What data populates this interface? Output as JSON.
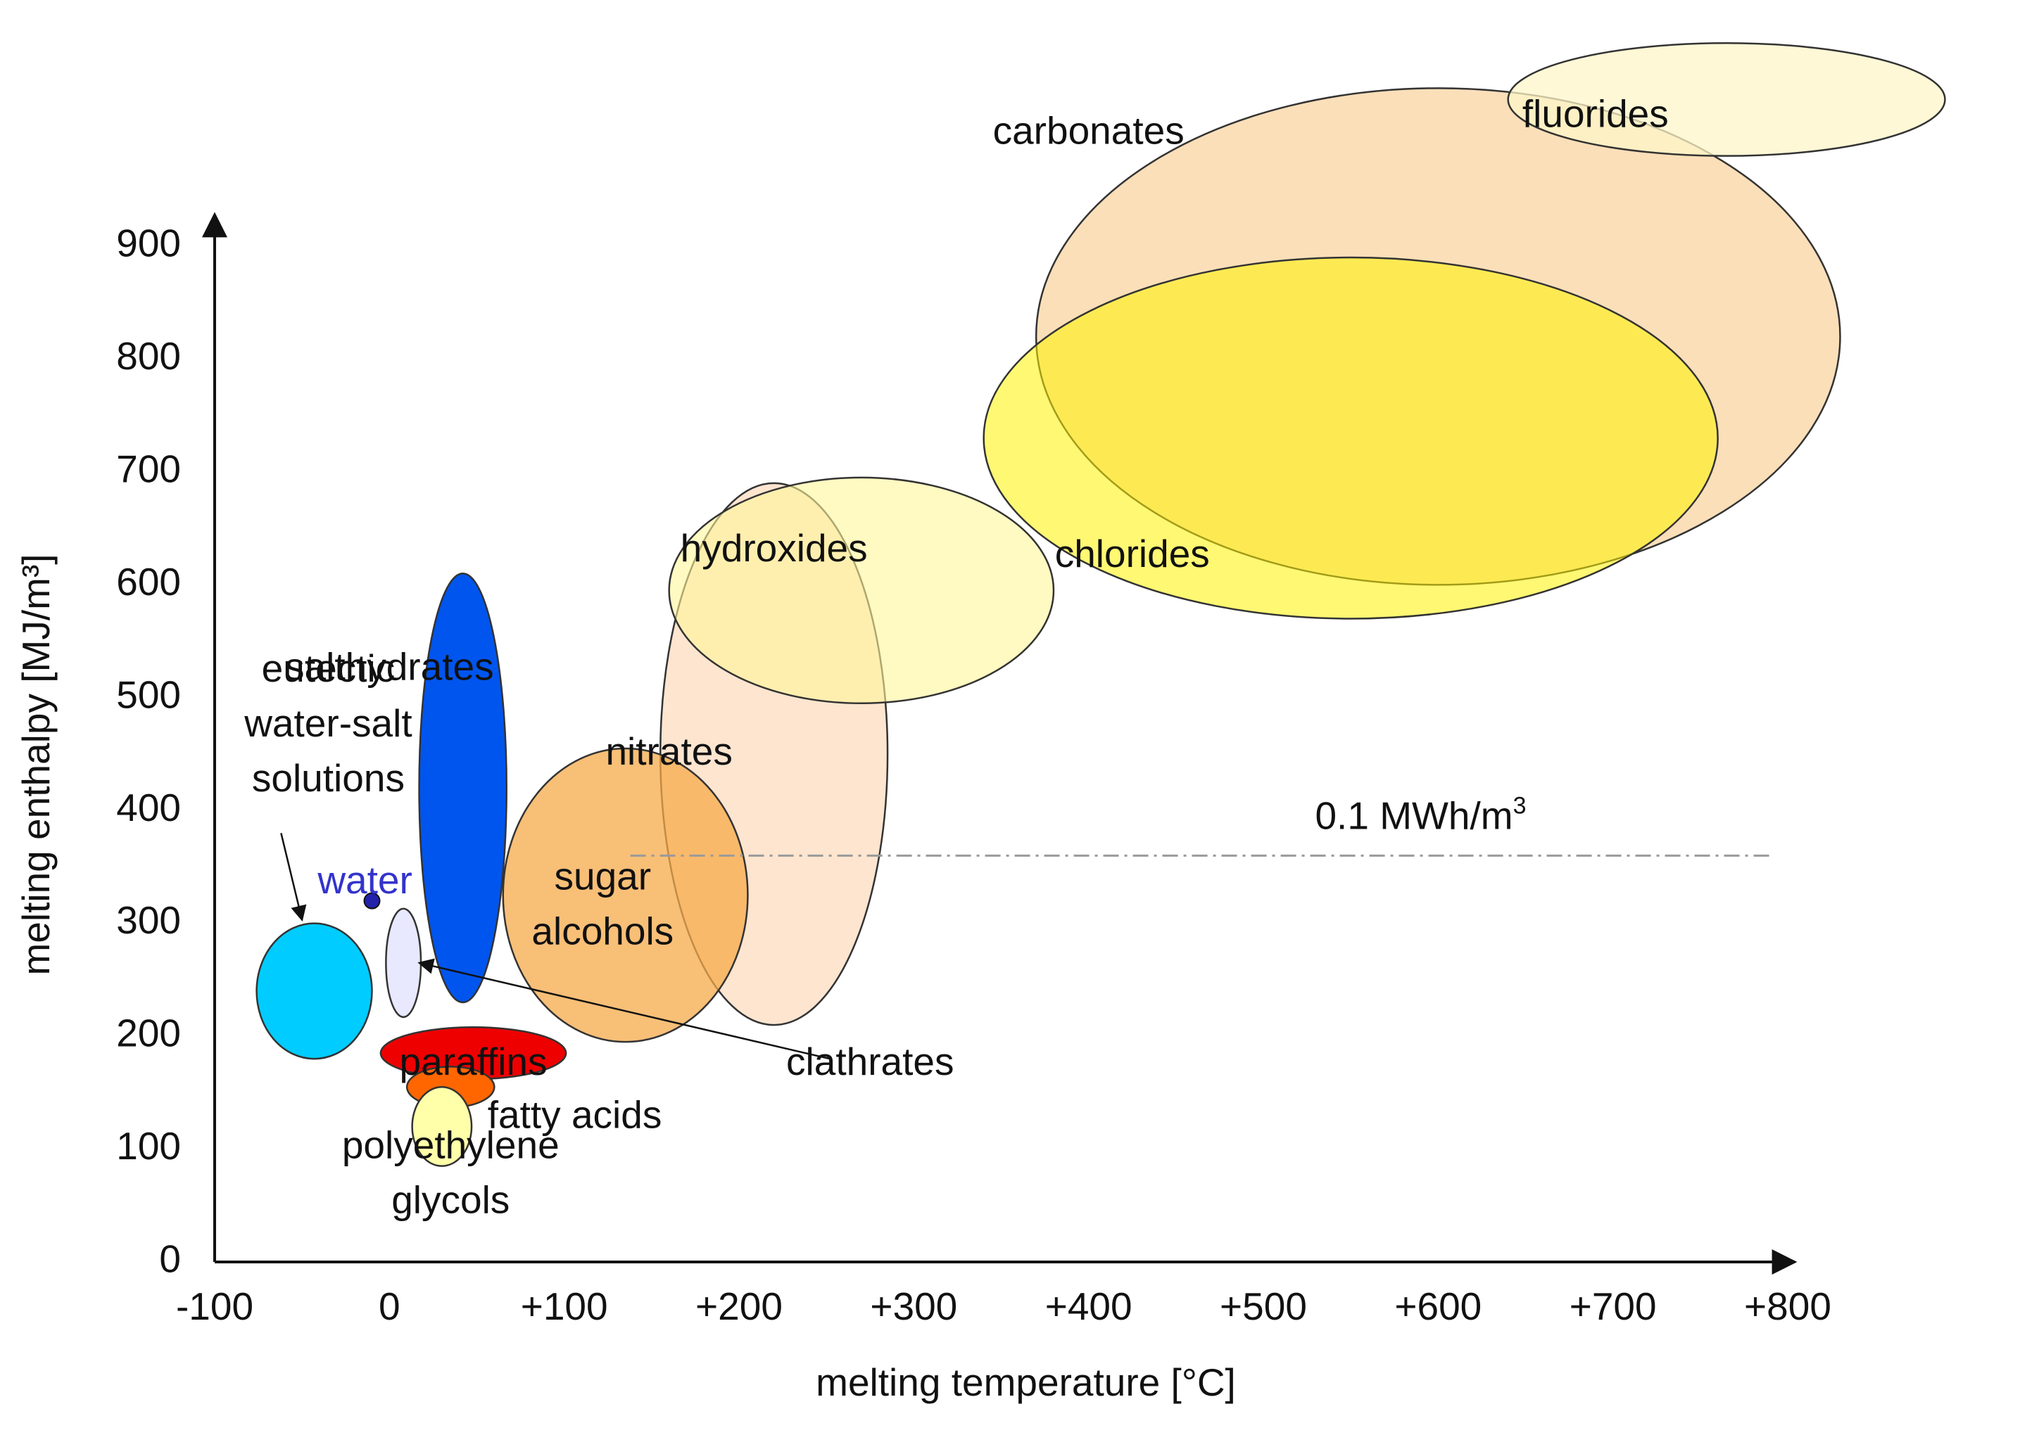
{
  "chart_data": {
    "type": "scatter",
    "title": "",
    "xlabel": "melting temperature [°C]",
    "ylabel": "melting enthalpy [MJ/m³]",
    "xlim": [
      -100,
      800
    ],
    "ylim": [
      0,
      900
    ],
    "x_tick_labels": [
      "-100",
      "0",
      "+100",
      "+200",
      "+300",
      "+400",
      "+500",
      "+600",
      "+700",
      "+800"
    ],
    "y_tick_labels": [
      "0",
      "100",
      "200",
      "300",
      "400",
      "500",
      "600",
      "700",
      "800",
      "900"
    ],
    "grid": false,
    "legend": "none",
    "reference_line": {
      "y": 360,
      "label": "0.1 MWh/m",
      "label_sup": "3",
      "style": "dash-dot",
      "color": "#9a9a9a"
    },
    "regions": [
      {
        "name": "carbonates",
        "cx": 600,
        "cy": 820,
        "rx": 230,
        "ry": 220,
        "color": "#f8c98a",
        "opacity": 0.6,
        "label": "carbonates",
        "lx": 400,
        "ly": 1000
      },
      {
        "name": "fluorides",
        "cx": 765,
        "cy": 1030,
        "rx": 125,
        "ry": 50,
        "color": "#fdf5c8",
        "opacity": 0.75,
        "label": "fluorides",
        "lx": 690,
        "ly": 1015
      },
      {
        "name": "chlorides",
        "cx": 550,
        "cy": 730,
        "rx": 210,
        "ry": 160,
        "color": "#fff200",
        "opacity": 0.55,
        "label": "chlorides",
        "lx": 425,
        "ly": 625
      },
      {
        "name": "nitrates",
        "cx": 220,
        "cy": 450,
        "rx": 65,
        "ry": 240,
        "color": "#fcd3b0",
        "opacity": 0.6,
        "label": "nitrates",
        "lx": 160,
        "ly": 450
      },
      {
        "name": "hydroxides",
        "cx": 270,
        "cy": 595,
        "rx": 110,
        "ry": 100,
        "color": "#fff59a",
        "opacity": 0.6,
        "label": "hydroxides",
        "lx": 220,
        "ly": 630
      },
      {
        "name": "sugar-alcohols",
        "cx": 135,
        "cy": 325,
        "rx": 70,
        "ry": 130,
        "color": "#f5a94a",
        "opacity": 0.75,
        "label": "sugar\nalcohols",
        "lx": 122,
        "ly": 315
      },
      {
        "name": "salthydrates",
        "cx": 42,
        "cy": 420,
        "rx": 25,
        "ry": 190,
        "color": "#0055ee",
        "opacity": 1,
        "label": "salthydrates",
        "lx": 0,
        "ly": 525
      },
      {
        "name": "eutectic-water-salt-solutions",
        "cx": -43,
        "cy": 240,
        "rx": 33,
        "ry": 60,
        "color": "#00ccff",
        "opacity": 1,
        "label": "eutectic\nwater-salt\nsolutions",
        "lx": -35,
        "ly": 475
      },
      {
        "name": "clathrates",
        "cx": 8,
        "cy": 265,
        "rx": 10,
        "ry": 48,
        "color": "#e8e8ff",
        "opacity": 1,
        "label": "clathrates",
        "lx": 275,
        "ly": 175
      },
      {
        "name": "paraffins",
        "cx": 48,
        "cy": 185,
        "rx": 53,
        "ry": 23,
        "color": "#ee0000",
        "opacity": 1,
        "label": "paraffins",
        "lx": 48,
        "ly": 175
      },
      {
        "name": "fatty-acids",
        "cx": 35,
        "cy": 155,
        "rx": 25,
        "ry": 18,
        "color": "#ff6600",
        "opacity": 1,
        "label": "fatty acids",
        "lx": 106,
        "ly": 128
      },
      {
        "name": "polyethylene-glycols",
        "cx": 30,
        "cy": 120,
        "rx": 17,
        "ry": 35,
        "color": "#ffffaa",
        "opacity": 1,
        "label": "polyethylene\nglycols",
        "lx": 35,
        "ly": 77
      }
    ],
    "points": [
      {
        "name": "water",
        "x": -10,
        "y": 320,
        "color": "#2222aa",
        "label": "water",
        "lx": -14,
        "ly": 336
      }
    ],
    "arrows": [
      {
        "name": "eutectic-arrow",
        "from": [
          -62,
          380
        ],
        "to": [
          -50,
          303
        ]
      },
      {
        "name": "clathrates-arrow",
        "from": [
          252,
          180
        ],
        "to": [
          17,
          265
        ]
      }
    ]
  }
}
